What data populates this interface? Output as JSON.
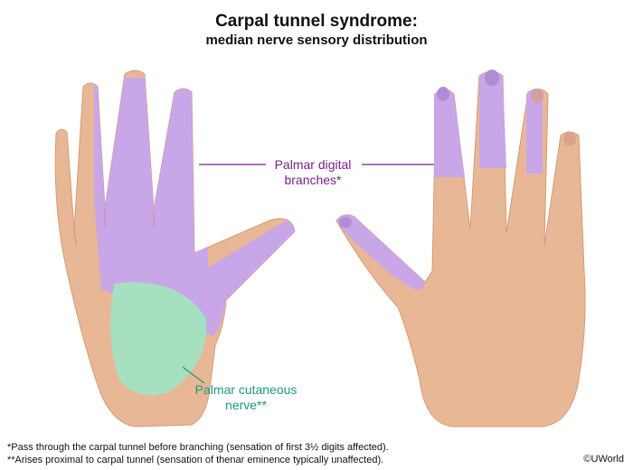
{
  "title": "Carpal tunnel syndrome:",
  "subtitle": "median nerve sensory distribution",
  "labels": {
    "palmar_digital": "Palmar digital branches*",
    "palmar_cutaneous": "Palmar cutaneous nerve**"
  },
  "footnotes": [
    "*Pass through the carpal tunnel before branching (sensation of first 3½ digits affected).",
    "**Arises proximal to carpal tunnel (sensation of thenar eminence typically unaffected)."
  ],
  "copyright": "©UWorld",
  "colors": {
    "skin": "#e8b896",
    "median_nerve": "#c8a6e8",
    "cutaneous_nerve": "#a6e0c0",
    "digital_text": "#7b1f8a",
    "cutaneous_text": "#1e9a74"
  }
}
